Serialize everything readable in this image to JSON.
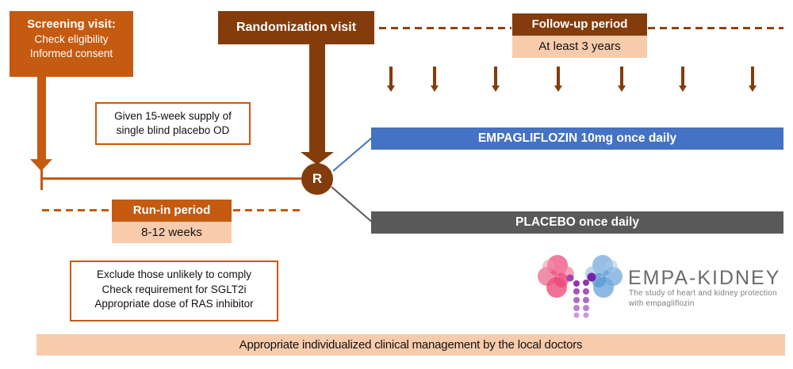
{
  "colors": {
    "orange": "#C55A11",
    "dark_brown": "#843C0C",
    "peach": "#F8CBAD",
    "arm_blue": "#4472C4",
    "arm_gray": "#595959"
  },
  "screening": {
    "title": "Screening visit:",
    "line1": "Check eligibility",
    "line2": "Informed consent"
  },
  "randomization": {
    "label": "Randomization visit"
  },
  "followup": {
    "title": "Follow-up period",
    "duration": "At least 3 years"
  },
  "supply_note": {
    "line1": "Given 15-week supply of",
    "line2": "single blind placebo OD"
  },
  "runin": {
    "title": "Run-in period",
    "duration": "8-12 weeks"
  },
  "runin_note": {
    "line1": "Exclude those unlikely to comply",
    "line2": "Check requirement for SGLT2i",
    "line3": "Appropriate dose of RAS inhibitor"
  },
  "randomization_node": {
    "label": "R"
  },
  "arms": {
    "empagliflozin": "EMPAGLIFLOZIN 10mg once daily",
    "placebo": "PLACEBO once daily"
  },
  "bottom_banner": {
    "text": "Appropriate individualized clinical management by the local doctors"
  },
  "logo": {
    "wordmark": "EMPA-KIDNEY",
    "tagline_line1": "The study of heart and kidney protection",
    "tagline_line2": "with empagliflozin"
  }
}
